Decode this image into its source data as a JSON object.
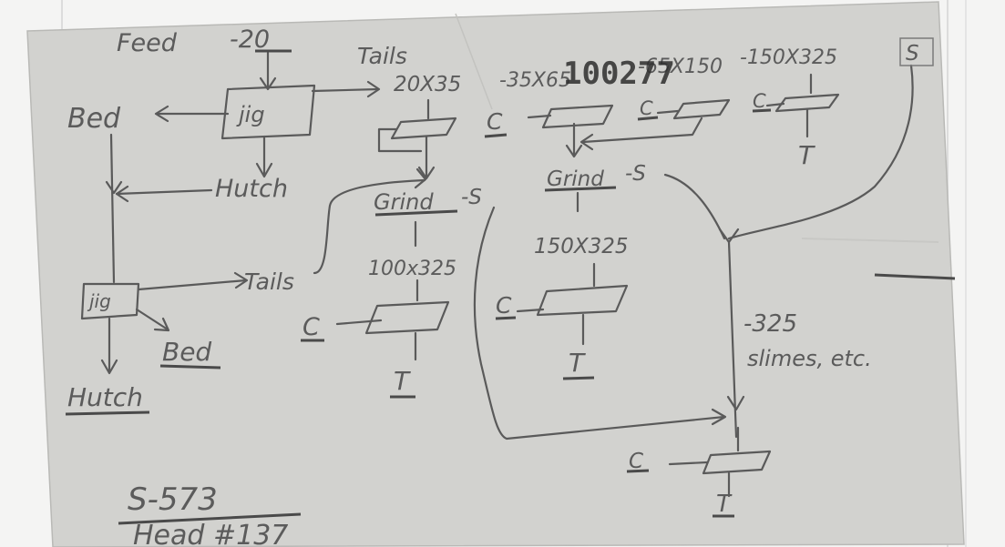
{
  "labels": {
    "feed": "Feed",
    "feed_size": "-20",
    "jig_1": "jig",
    "bed_1": "Bed",
    "hutch_1": "Hutch",
    "tails_1": "Tails",
    "jig_2": "jig",
    "tails_2": "Tails",
    "bed_2": "Bed",
    "hutch_2": "Hutch",
    "size_20x35": "20X35",
    "size_35x65": "-35X65",
    "size_65x150": "-65X150",
    "size_150x325_top": "-150X325",
    "s_top": "S",
    "grind_1": "Grind",
    "s_grind_1": "-S",
    "grind_2": "Grind",
    "s_grind_2": "-S",
    "size_100x325": "100x325",
    "size_150x325": "150X325",
    "c_1": "C",
    "c_2": "C",
    "c_3": "C",
    "c_4": "C",
    "c_5": "C",
    "c_6": "C",
    "t_1": "T",
    "t_2": "T",
    "t_3": "T",
    "t_4": "T",
    "minus_325": "-325",
    "slimes": "slimes, etc.",
    "sample_no": "S-573",
    "head_no": "Head #137",
    "stamp_no": "100277"
  },
  "colors": {
    "card": "#d2d2cf",
    "ink": "#5b5b5b",
    "background": "#f4f4f3"
  }
}
